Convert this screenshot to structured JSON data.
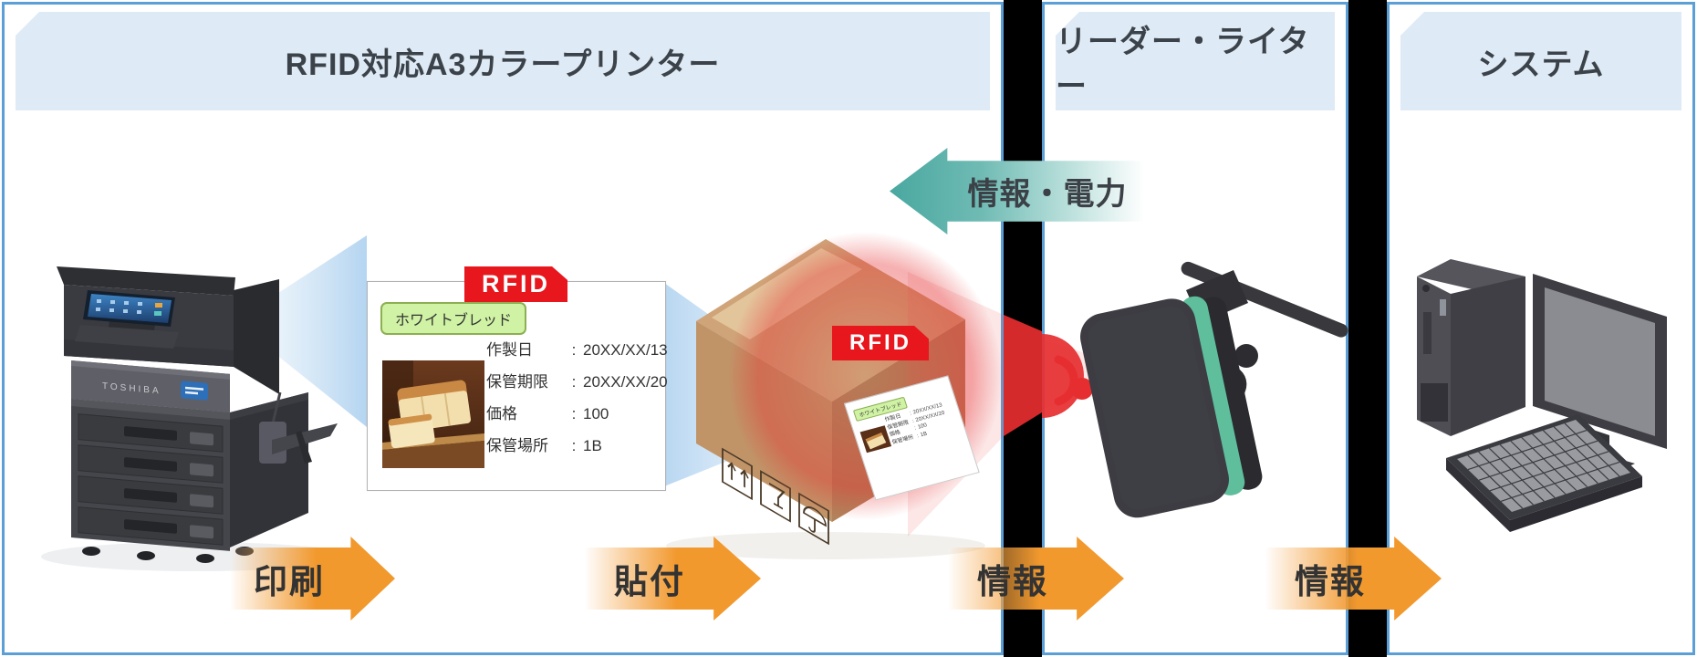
{
  "panels": [
    {
      "title": "RFID対応A3カラープリンター"
    },
    {
      "title": "リーダー・ライター"
    },
    {
      "title": "システム"
    }
  ],
  "label_card": {
    "rfid_tag": "RFID",
    "product_name": "ホワイトブレッド",
    "fields": [
      {
        "label": "作製日",
        "sep": ":",
        "value": "20XX/XX/13"
      },
      {
        "label": "保管期限",
        "sep": ":",
        "value": "20XX/XX/20"
      },
      {
        "label": "価格",
        "sep": ":",
        "value": "100"
      },
      {
        "label": "保管場所",
        "sep": ":",
        "value": "1B"
      }
    ]
  },
  "box": {
    "rfid_tag": "RFID"
  },
  "arrows": {
    "print": "印刷",
    "attach": "貼付",
    "info1": "情報",
    "info2": "情報",
    "back": "情報・電力"
  },
  "printer": {
    "brand": "TOSHIBA"
  },
  "icons": [
    "rfid-tag-icon",
    "bread-photo",
    "box-arrows-up-icon",
    "box-fragile-icon",
    "box-umbrella-icon",
    "radio-wave-icon",
    "handheld-reader-icon",
    "antenna-icon",
    "desktop-pc-icon",
    "monitor-icon",
    "keyboard-icon"
  ],
  "colors": {
    "panel_border": "#5B9FD6",
    "header_bg": "#DEEAF5",
    "divider_bar": "#000000",
    "arrow_orange": "#F2992E",
    "arrow_teal": "#49A8A0",
    "rfid_red": "#E8161D",
    "pill_green": "#CFF2A4",
    "signal_red": "#E62E30"
  }
}
